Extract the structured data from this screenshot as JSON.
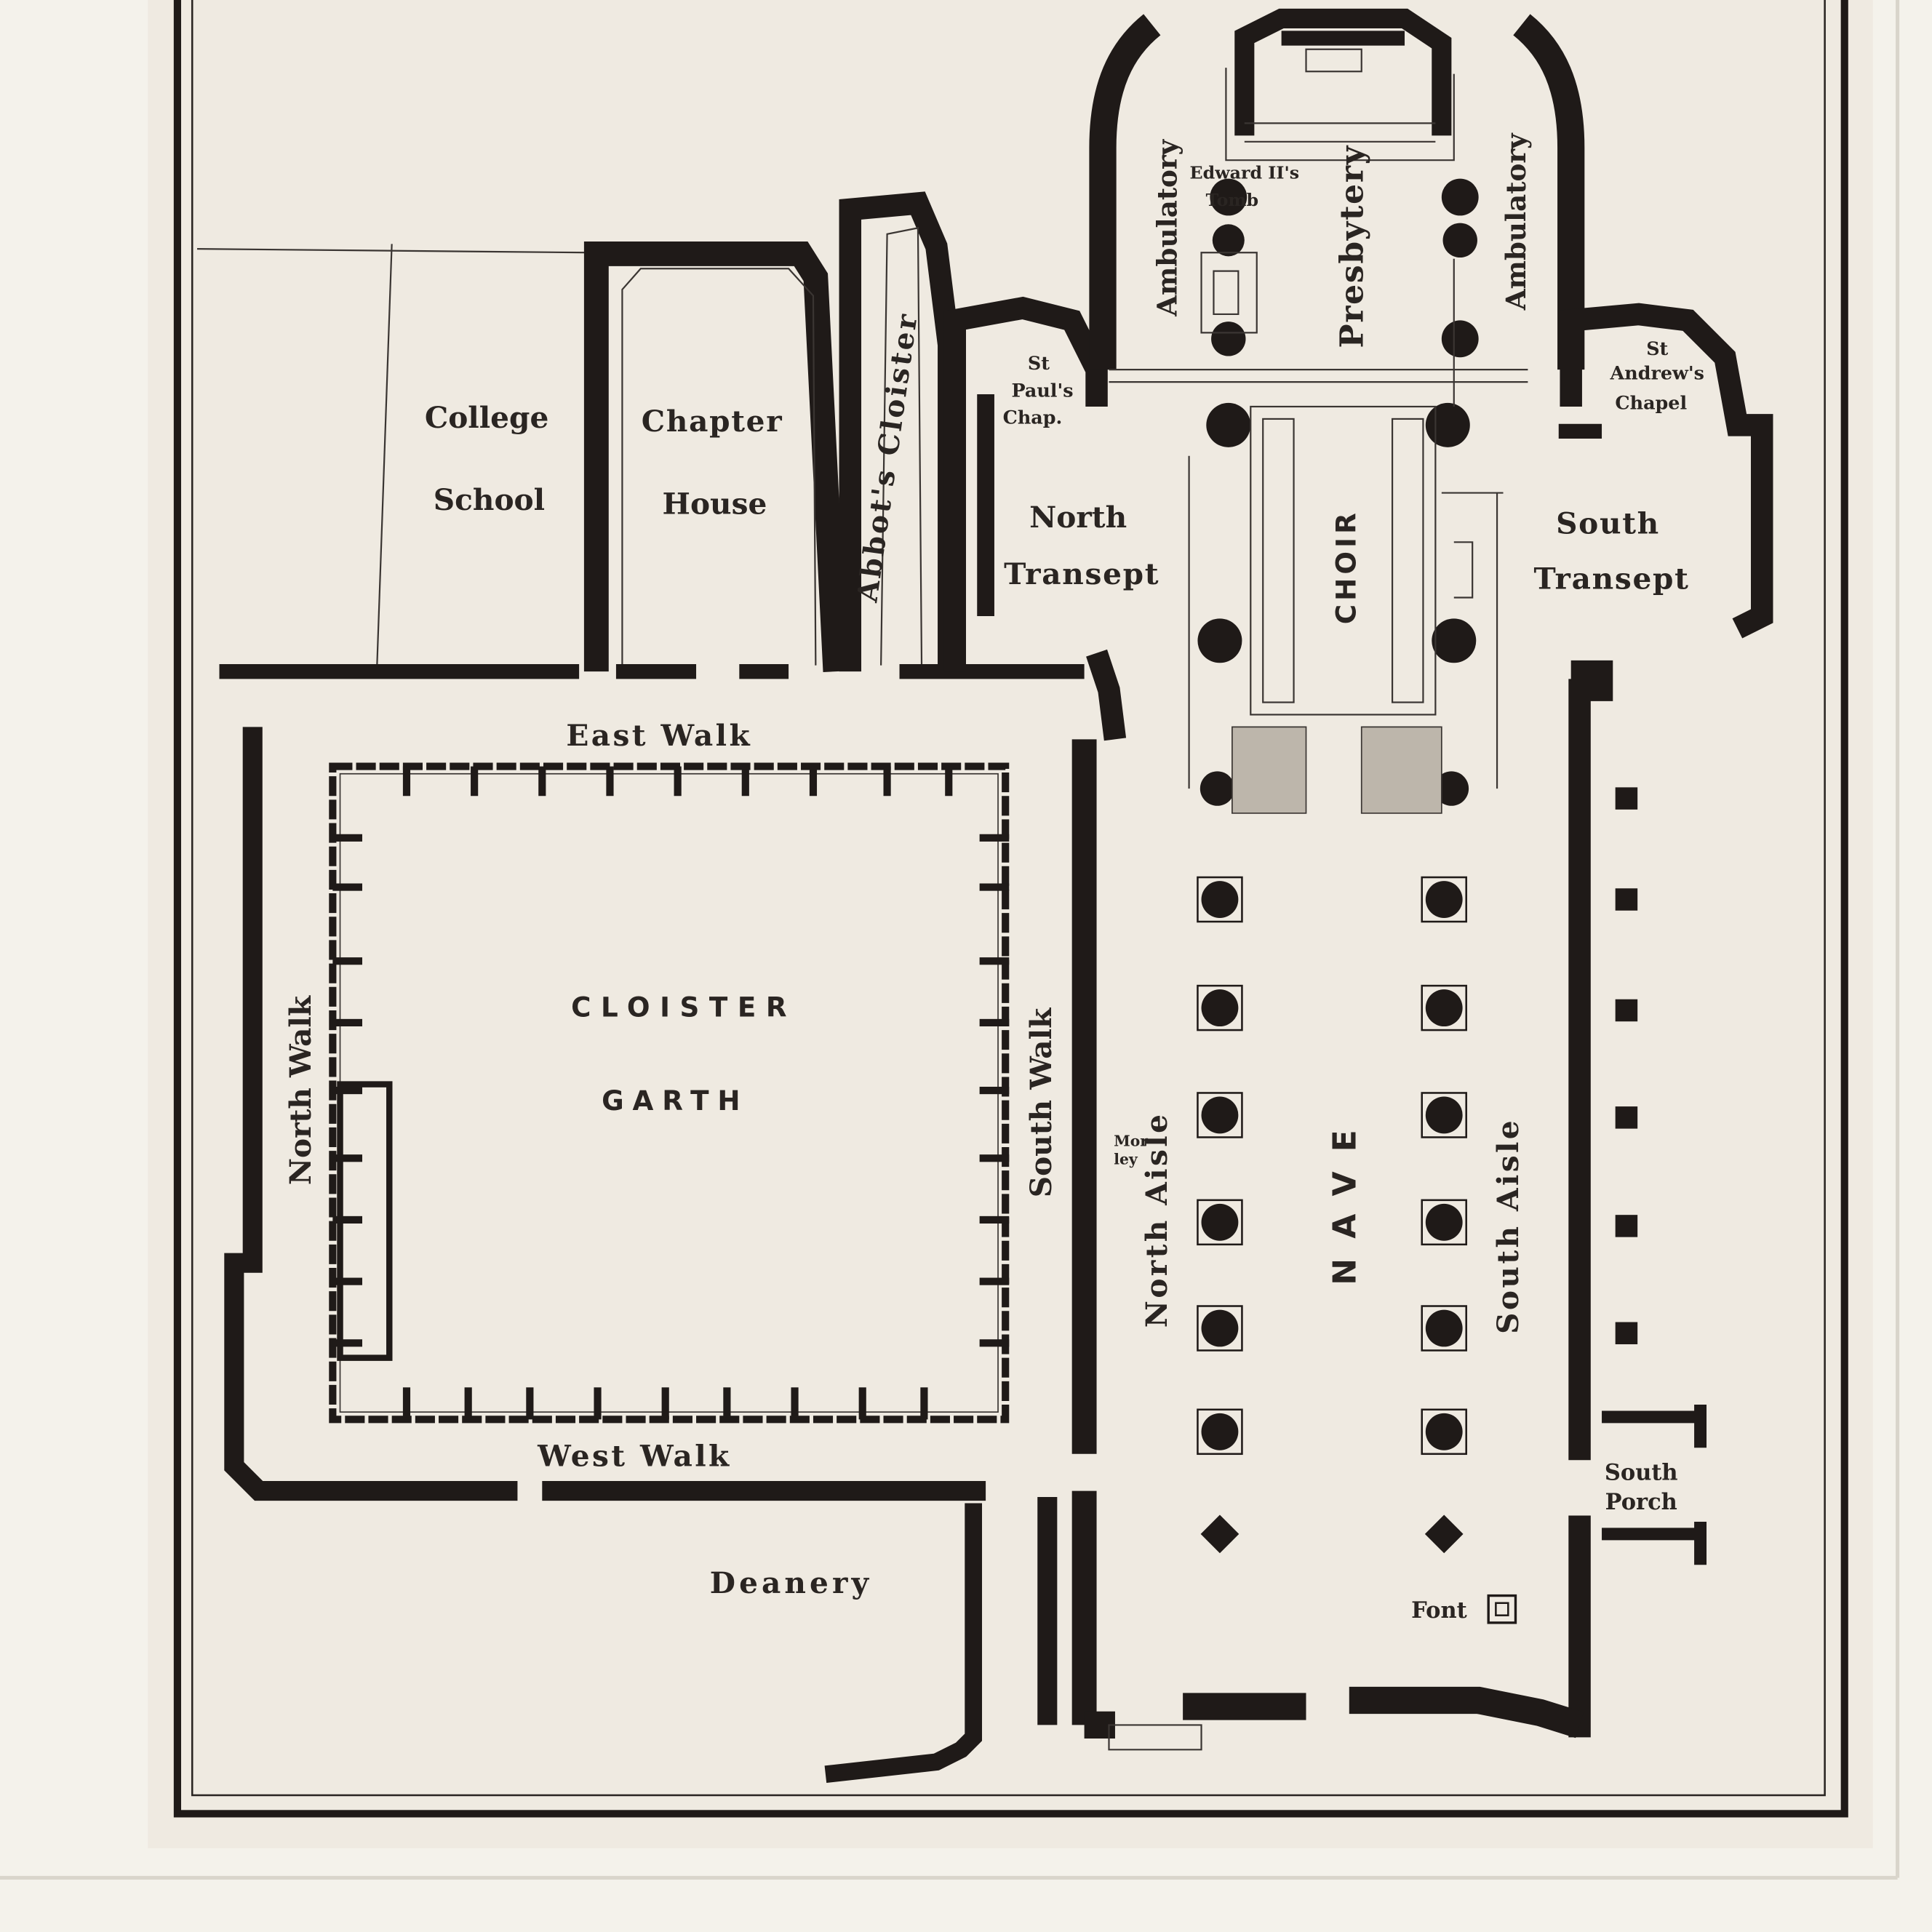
{
  "plan": {
    "labels": {
      "college": "College",
      "school": "School",
      "chapter": "Chapter",
      "house": "House",
      "abbots_cloister": "Abbot's Cloister",
      "st_pauls_1": "St",
      "st_pauls_2": "Paul's",
      "st_pauls_3": "Chap.",
      "north_transept_1": "North",
      "north_transept_2": "Transept",
      "choir": "CHOIR",
      "presbytery": "Presbytery",
      "ambulatory_north": "Ambulatory",
      "ambulatory_south": "Ambulatory",
      "tomb_1": "Edward II's",
      "tomb_2": "Tomb",
      "st_andrews_1": "St",
      "st_andrews_2": "Andrew's",
      "st_andrews_3": "Chapel",
      "south_transept_1": "South",
      "south_transept_2": "Transept",
      "east_walk": "East Walk",
      "cloister": "CLOISTER",
      "garth": "GARTH",
      "north_walk": "North Walk",
      "south_walk": "South Walk",
      "north_aisle": "North Aisle",
      "nave": "NAVE",
      "south_aisle": "South Aisle",
      "morley_1": "Mor",
      "morley_2": "ley",
      "west_walk": "West Walk",
      "deanery": "Deanery",
      "south_porch_1": "South",
      "south_porch_2": "Porch",
      "font": "Font"
    },
    "colors": {
      "paper": "#efeae1",
      "ink": "#1f1a18",
      "mat": "#f4f2eb"
    }
  }
}
